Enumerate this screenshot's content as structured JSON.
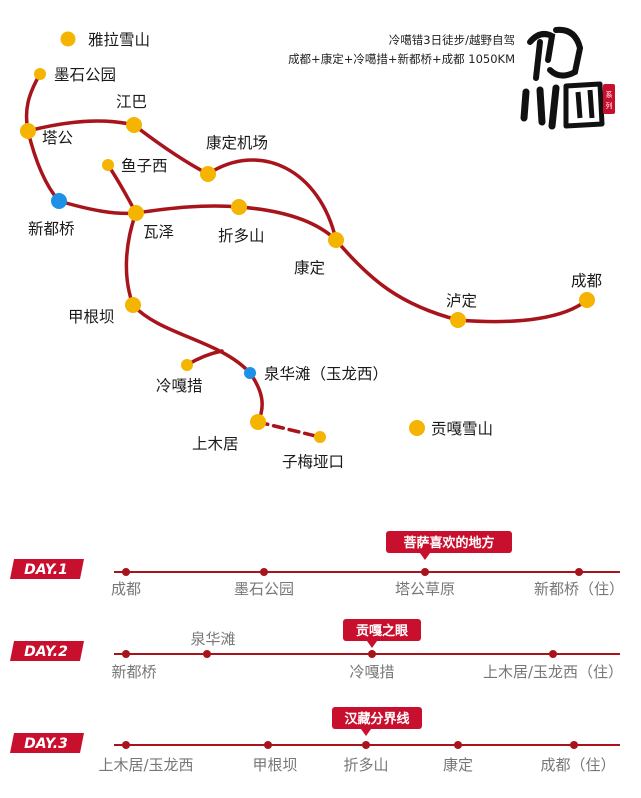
{
  "header": {
    "line1": "冷噶错3日徒步/越野自驾",
    "line2": "成都+康定+冷噶措+新都桥+成都 1050KM",
    "logo_text": "印象川西",
    "logo_badge": "系列"
  },
  "map": {
    "places": {
      "yala": "雅拉雪山",
      "moshi": "墨石公园",
      "jiangba": "江巴",
      "tagong": "塔公",
      "yuzixi": "鱼子西",
      "kangding_airport": "康定机场",
      "xinduqiao": "新都桥",
      "waze": "瓦泽",
      "zheduoshan": "折多山",
      "kangding": "康定",
      "luding": "泸定",
      "chengdu": "成都",
      "jiagenba": "甲根坝",
      "lenggacuo": "冷嘎措",
      "quanhuatan": "泉华滩（玉龙西）",
      "shangmuju": "上木居",
      "zimeiyakou": "子梅垭口",
      "gongga": "贡嘎雪山"
    },
    "colors": {
      "route": "#a8141c",
      "stop": "#f5b400",
      "blue_stop": "#1e90e6"
    }
  },
  "itinerary": {
    "day1": {
      "label": "DAY.1",
      "highlight": "菩萨喜欢的地方",
      "stops": [
        "成都",
        "墨石公园",
        "塔公草原",
        "新都桥（住）"
      ]
    },
    "day2": {
      "label": "DAY.2",
      "highlight": "贡嘎之眼",
      "above_stop": "泉华滩",
      "stops": [
        "新都桥",
        "冷嘎措",
        "上木居/玉龙西（住）"
      ]
    },
    "day3": {
      "label": "DAY.3",
      "highlight": "汉藏分界线",
      "stops": [
        "上木居/玉龙西",
        "甲根坝",
        "折多山",
        "康定",
        "成都（住）"
      ]
    }
  }
}
